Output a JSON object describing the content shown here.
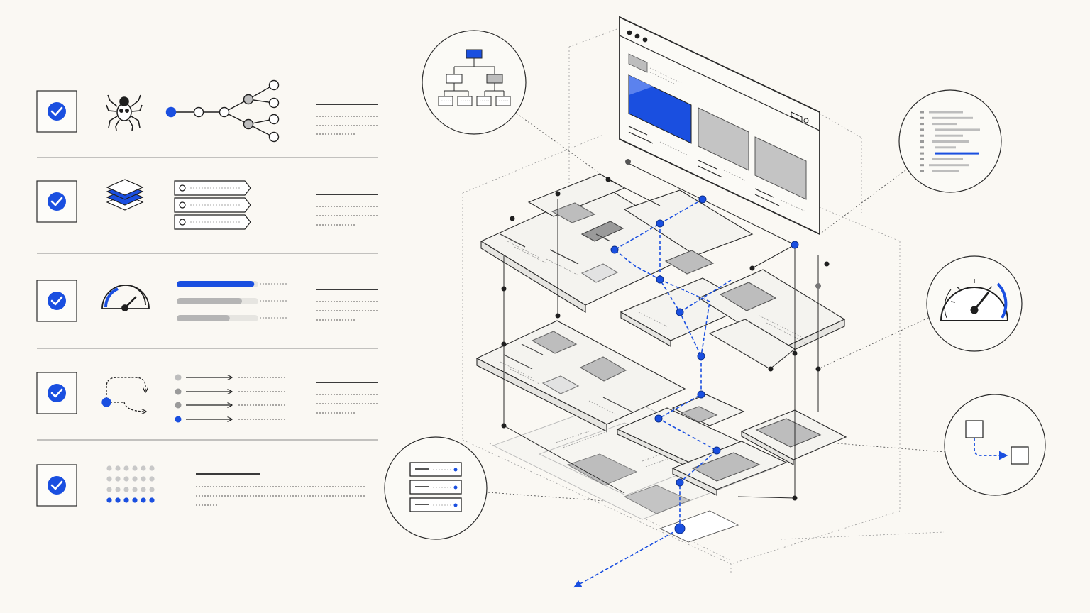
{
  "colors": {
    "background": "#faf8f3",
    "ink": "#1f1f1f",
    "accent": "#1a4fe0",
    "muted": "#9a9a9a",
    "panel_fill": "#f3f2ee",
    "block_fill": "#bdbdbd"
  },
  "checklist": {
    "items": [
      {
        "check_icon": "checkbox-checked-icon",
        "feature_icon": "spider-icon",
        "diagram": "crawl-tree-diagram",
        "checked": true
      },
      {
        "check_icon": "checkbox-checked-icon",
        "feature_icon": "layers-icon",
        "diagram": "tag-list-diagram",
        "checked": true
      },
      {
        "check_icon": "checkbox-checked-icon",
        "feature_icon": "speedometer-icon",
        "diagram": "progress-bars-diagram",
        "checked": true,
        "bars": [
          0.95,
          0.8,
          0.65
        ]
      },
      {
        "check_icon": "checkbox-checked-icon",
        "feature_icon": "loop-arrow-icon",
        "diagram": "arrow-list-diagram",
        "checked": true
      },
      {
        "check_icon": "checkbox-checked-icon",
        "feature_icon": "dot-grid-icon",
        "diagram": "dot-grid-diagram",
        "checked": true
      }
    ]
  },
  "callouts": [
    {
      "icon": "sitemap-icon"
    },
    {
      "icon": "code-lines-icon"
    },
    {
      "icon": "gauge-icon"
    },
    {
      "icon": "flow-arrow-icon"
    },
    {
      "icon": "server-stack-icon"
    }
  ],
  "browser": {
    "icon": "browser-window-icon",
    "window_dots": 3
  }
}
